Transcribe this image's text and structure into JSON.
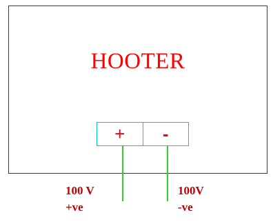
{
  "device": {
    "title": "HOOTER",
    "terminals": {
      "positive_symbol": "+",
      "negative_symbol": "-"
    }
  },
  "connections": {
    "positive": {
      "voltage": "100 V",
      "polarity": "+ve"
    },
    "negative": {
      "voltage": "100V",
      "polarity": "-ve"
    }
  },
  "colors": {
    "title": "#ff0000",
    "terminal_symbols": "#ff0000",
    "terminal_border": "#00c8e0",
    "wire": "#2fd02f",
    "labels": "#c00000",
    "box_border": "#3a3a3a"
  }
}
